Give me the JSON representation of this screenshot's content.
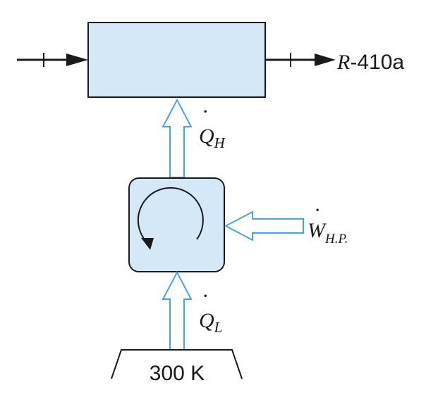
{
  "colors": {
    "box_fill": "#d4e8f8",
    "arrow_outline": "#4aa3dc",
    "stroke": "#1a1a1a",
    "background": "#ffffff"
  },
  "labels": {
    "refrigerant_prefix": "R",
    "refrigerant_suffix": "-410a",
    "q_high_symbol": "Q",
    "q_high_sub": "H",
    "q_low_symbol": "Q",
    "q_low_sub": "L",
    "work_symbol": "W",
    "work_sub": "H.P.",
    "dot": "·",
    "reservoir_temp": "300 K"
  }
}
